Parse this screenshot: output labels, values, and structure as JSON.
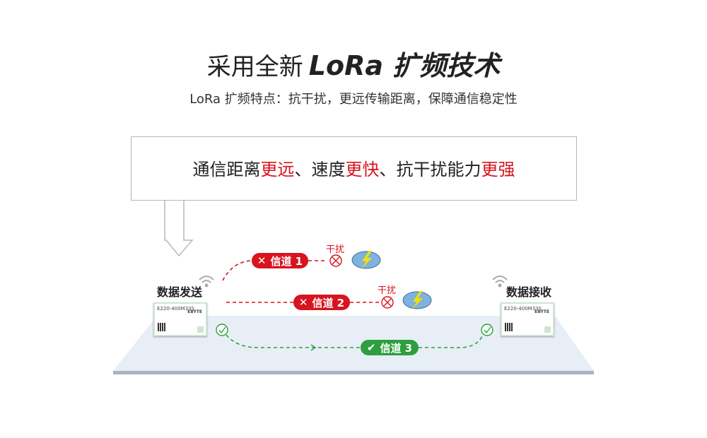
{
  "title": {
    "prefix": "采用全新",
    "highlight": "LoRa 扩频技术"
  },
  "subtitle": "LoRa 扩频特点：抗干扰，更远传输距离，保障通信稳定性",
  "callout": {
    "parts": [
      {
        "text": "通信距离",
        "red": false
      },
      {
        "text": "更远",
        "red": true
      },
      {
        "text": "、速度",
        "red": false
      },
      {
        "text": "更快",
        "red": true
      },
      {
        "text": "、抗干扰能力",
        "red": false
      },
      {
        "text": "更强",
        "red": true
      }
    ]
  },
  "sender": {
    "label": "数据发送",
    "model": "E220-400M33S",
    "brand": "EBYTE"
  },
  "receiver": {
    "label": "数据接收",
    "model": "E220-400M33S",
    "brand": "EBYTE"
  },
  "channels": [
    {
      "label": "信道 1",
      "status": "fail",
      "interference": "干扰"
    },
    {
      "label": "信道 2",
      "status": "fail",
      "interference": "干扰"
    },
    {
      "label": "信道 3",
      "status": "ok"
    }
  ],
  "colors": {
    "fail": "#d7141f",
    "ok": "#2e9e3e",
    "platform": "#e8eef6"
  }
}
